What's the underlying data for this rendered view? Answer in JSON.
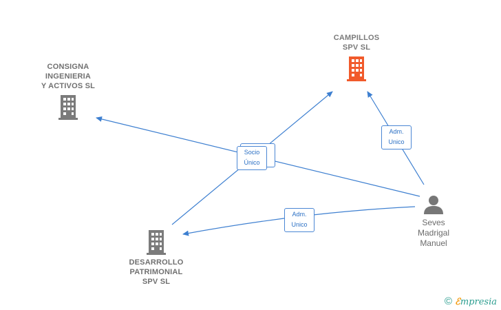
{
  "colors": {
    "edge": "#3d7fd0",
    "building": "#7b7b7b",
    "building_highlight": "#f15a2b",
    "person": "#777777"
  },
  "nodes": {
    "campillos": {
      "label": "CAMPILLOS\nSPV  SL",
      "icon": "building-icon"
    },
    "consigna": {
      "label": "CONSIGNA\nINGENIERIA\nY ACTIVOS  SL",
      "icon": "building-icon"
    },
    "desarrollo": {
      "label": "DESARROLLO\nPATRIMONIAL\nSPV  SL",
      "icon": "building-icon"
    },
    "seves": {
      "label": "Seves\nMadrigal\nManuel",
      "icon": "person-icon"
    }
  },
  "edge_labels": {
    "socio_unico": "Socio\nÚnico",
    "adm_unico_top": "Adm.\nUnico",
    "adm_unico_bottom": "Adm.\nUnico"
  },
  "footer": {
    "copyright": "©",
    "brand_e": "ℰ",
    "brand_rest": "mpresia"
  }
}
